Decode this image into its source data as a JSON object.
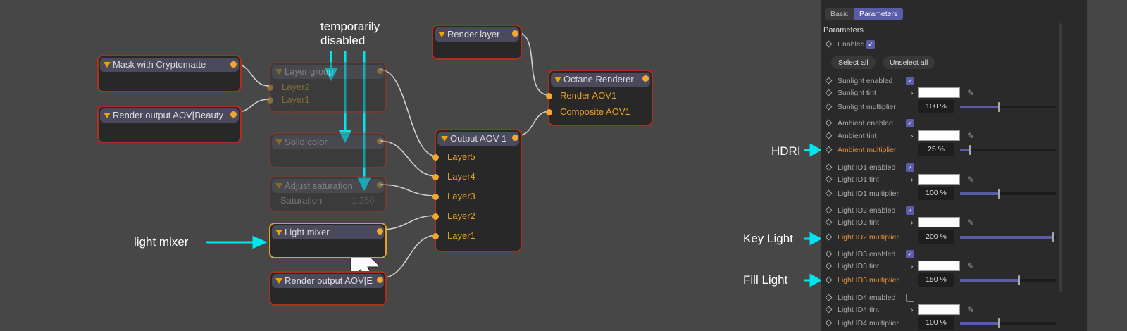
{
  "nodes": {
    "mask_cryptomatte": {
      "title": "Mask with Cryptomatte"
    },
    "render_output_beauty": {
      "title": "Render output AOV[Beauty"
    },
    "layer_group": {
      "title": "Layer group",
      "inputs": [
        "Layer2",
        "Layer1"
      ]
    },
    "solid_color": {
      "title": "Solid color"
    },
    "adjust_saturation": {
      "title": "Adjust saturation",
      "param_label": "Saturation",
      "param_value": "1.250"
    },
    "light_mixer": {
      "title": "Light mixer"
    },
    "render_output_2": {
      "title": "Render output AOV[E"
    },
    "render_layer": {
      "title": "Render layer"
    },
    "output_aov": {
      "title": "Output AOV 1",
      "inputs": [
        "Layer5",
        "Layer4",
        "Layer3",
        "Layer2",
        "Layer1"
      ]
    },
    "octane_renderer": {
      "title": "Octane Renderer",
      "inputs": [
        "Render AOV1",
        "Composite AOV1"
      ]
    }
  },
  "annotations": {
    "disabled": "temporarily disabled",
    "light_mixer": "light mixer",
    "hdri": "HDRI",
    "key_light": "Key Light",
    "fill_light": "Fill Light"
  },
  "panel": {
    "tabs": [
      "Basic",
      "Parameters"
    ],
    "active_tab": "Parameters",
    "section": "Parameters",
    "enabled_label": "Enabled",
    "select_all": "Select all",
    "unselect_all": "Unselect all",
    "rows": [
      {
        "type": "check",
        "label": "Sunlight enabled",
        "checked": true
      },
      {
        "type": "tint",
        "label": "Sunlight tint"
      },
      {
        "type": "mult",
        "label": "Sunlight multiplier",
        "value": "100 %",
        "fraction": 0.41
      },
      {
        "type": "check",
        "label": "Ambient enabled",
        "checked": true
      },
      {
        "type": "tint",
        "label": "Ambient tint"
      },
      {
        "type": "mult",
        "label": "Ambient multiplier",
        "value": "25 %",
        "fraction": 0.11,
        "highlight": true
      },
      {
        "type": "check",
        "label": "Light ID1 enabled",
        "checked": true
      },
      {
        "type": "tint",
        "label": "Light ID1 tint"
      },
      {
        "type": "mult",
        "label": "Light ID1 multiplier",
        "value": "100 %",
        "fraction": 0.41
      },
      {
        "type": "check",
        "label": "Light ID2 enabled",
        "checked": true
      },
      {
        "type": "tint",
        "label": "Light ID2 tint"
      },
      {
        "type": "mult",
        "label": "Light ID2 multiplier",
        "value": "200 %",
        "fraction": 0.98,
        "highlight": true
      },
      {
        "type": "check",
        "label": "Light ID3 enabled",
        "checked": true
      },
      {
        "type": "tint",
        "label": "Light ID3 tint"
      },
      {
        "type": "mult",
        "label": "Light ID3 multiplier",
        "value": "150 %",
        "fraction": 0.62,
        "highlight": true
      },
      {
        "type": "check",
        "label": "Light ID4 enabled",
        "checked": false
      },
      {
        "type": "tint",
        "label": "Light ID4 tint"
      },
      {
        "type": "mult",
        "label": "Light ID4 multiplier",
        "value": "100 %",
        "fraction": 0.41
      }
    ]
  },
  "colors": {
    "accent": "#5a5ca8",
    "node_border": "#a8321e",
    "selected_border": "#e8a020",
    "annotation": "#00e5ee",
    "highlight_label": "#e8903a"
  }
}
